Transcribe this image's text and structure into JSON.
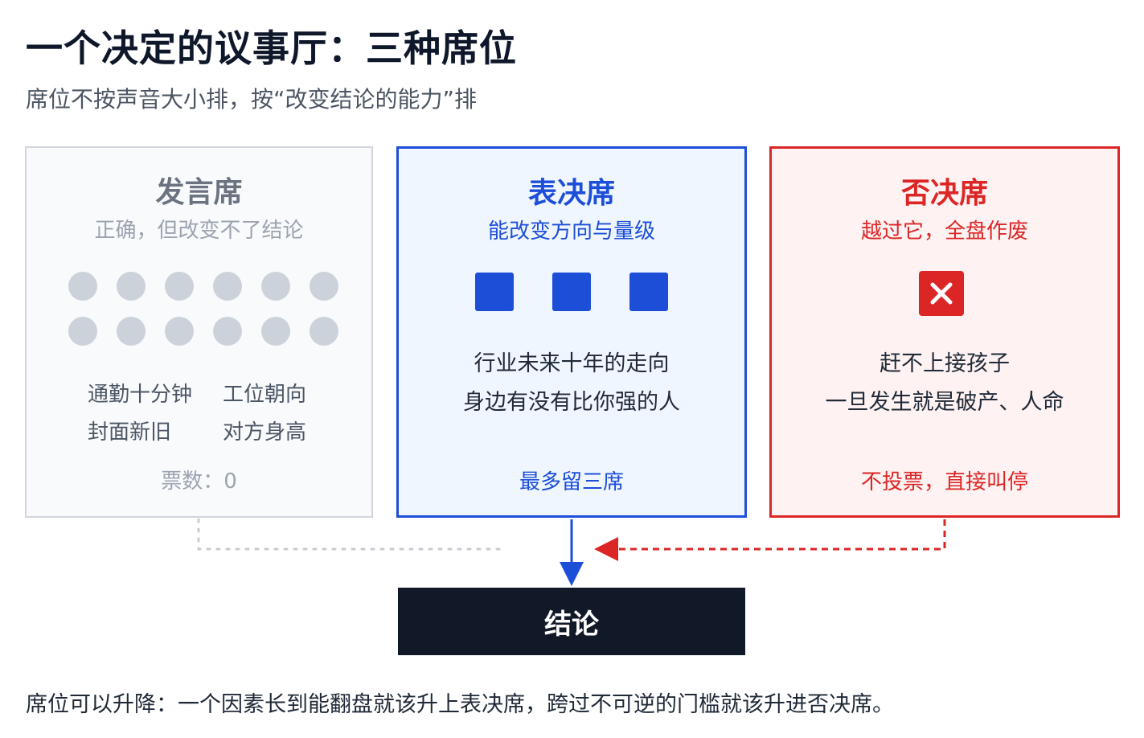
{
  "header": {
    "title": "一个决定的议事厅：三种席位",
    "subtitle": "席位不按声音大小排，按“改变结论的能力”排"
  },
  "cards": {
    "speak": {
      "title": "发言席",
      "subtitle": "正确，但改变不了结论",
      "factors": [
        "通勤十分钟",
        "工位朝向",
        "封面新旧",
        "对方身高"
      ],
      "footer": "票数：0"
    },
    "vote": {
      "title": "表决席",
      "subtitle": "能改变方向与量级",
      "lines": [
        "行业未来十年的走向",
        "身边有没有比你强的人"
      ],
      "footer": "最多留三席"
    },
    "veto": {
      "title": "否决席",
      "subtitle": "越过它，全盘作废",
      "lines": [
        "赶不上接孩子",
        "一旦发生就是破产、人命"
      ],
      "footer": "不投票，直接叫停"
    }
  },
  "conclusion": {
    "label": "结论"
  },
  "footnote": "席位可以升降：一个因素长到能翻盘就该升上表决席，跨过不可逆的门槛就该升进否决席。",
  "colors": {
    "vote": "#1d4ed8",
    "veto": "#dc2626",
    "speak": "#9ca3af",
    "conclusion_bg": "#111827"
  }
}
